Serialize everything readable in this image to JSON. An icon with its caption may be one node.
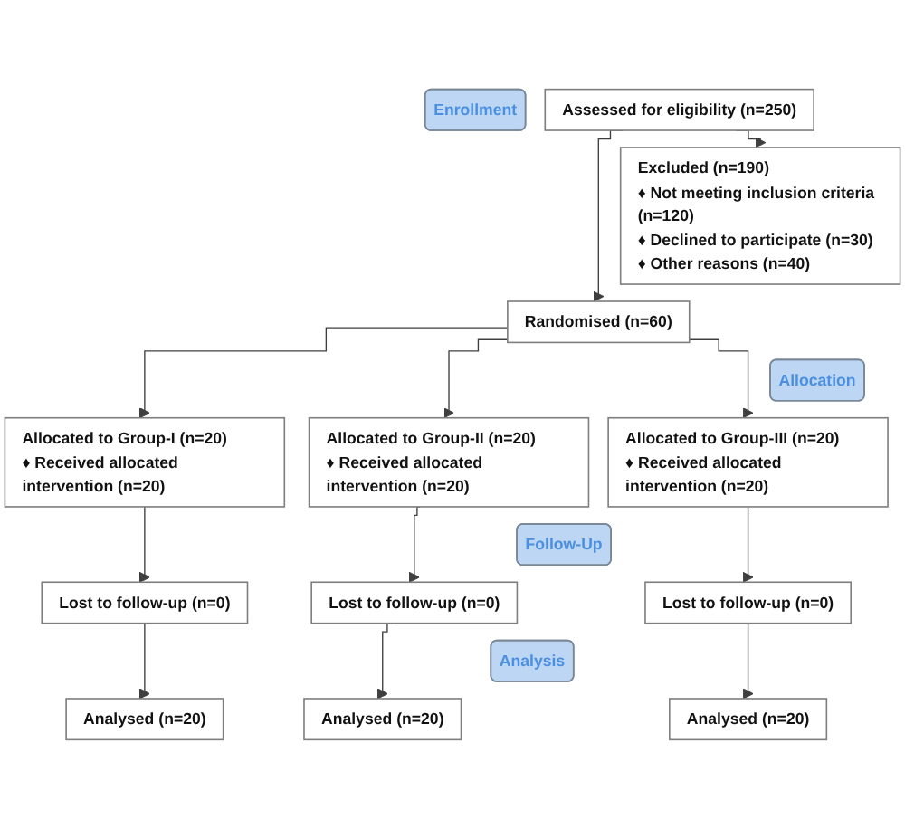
{
  "diagram": {
    "nodes": [
      {
        "text": [
          "Enrollment"
        ]
      },
      {
        "text": [
          "Assessed for eligibility (n=250)"
        ]
      },
      {
        "text": [
          "Excluded (n=190)",
          "♦ Not meeting inclusion criteria (n=120)",
          "♦ Declined to participate (n=30)",
          "♦ Other reasons (n=40)"
        ]
      },
      {
        "text": [
          "Randomised (n=60)"
        ]
      },
      {
        "text": [
          "Allocation"
        ]
      },
      {
        "text": [
          "Allocated to Group-I (n=20)",
          "♦ Received allocated intervention (n=20)"
        ]
      },
      {
        "text": [
          "Allocated to Group-III (n=20)",
          "♦ Received allocated intervention (n=20)"
        ]
      },
      {
        "text": [
          "Allocated to Group-II (n=20)",
          "♦ Received allocated intervention (n=20)"
        ]
      },
      {
        "text": [
          "Follow-Up"
        ]
      },
      {
        "text": [
          "Lost to follow-up (n=0)"
        ]
      },
      {
        "text": [
          "Lost to follow-up (n=0)"
        ]
      },
      {
        "text": [
          "Lost to follow-up (n=0)"
        ]
      },
      {
        "text": [
          "Analysis"
        ]
      },
      {
        "text": [
          "Analysed (n=20)"
        ]
      },
      {
        "text": [
          "Analysed (n=20)"
        ]
      },
      {
        "text": [
          "Analysed (n=20)"
        ]
      }
    ],
    "edges": [
      {
        "from": 1,
        "to": 3,
        "arrow": "to"
      },
      {
        "from": 1,
        "to": 2,
        "arrow": "to"
      },
      {
        "from": 3,
        "to": 5,
        "arrow": "to"
      },
      {
        "from": 3,
        "to": 7,
        "arrow": "to"
      },
      {
        "from": 3,
        "to": 6,
        "arrow": "to"
      },
      {
        "from": 5,
        "to": 9,
        "arrow": "to"
      },
      {
        "from": 7,
        "to": 10,
        "arrow": "to"
      },
      {
        "from": 6,
        "to": 11,
        "arrow": "to"
      },
      {
        "from": 9,
        "to": 13,
        "arrow": "to"
      },
      {
        "from": 10,
        "to": 14,
        "arrow": "to"
      },
      {
        "from": 11,
        "to": 15,
        "arrow": "to"
      }
    ]
  }
}
